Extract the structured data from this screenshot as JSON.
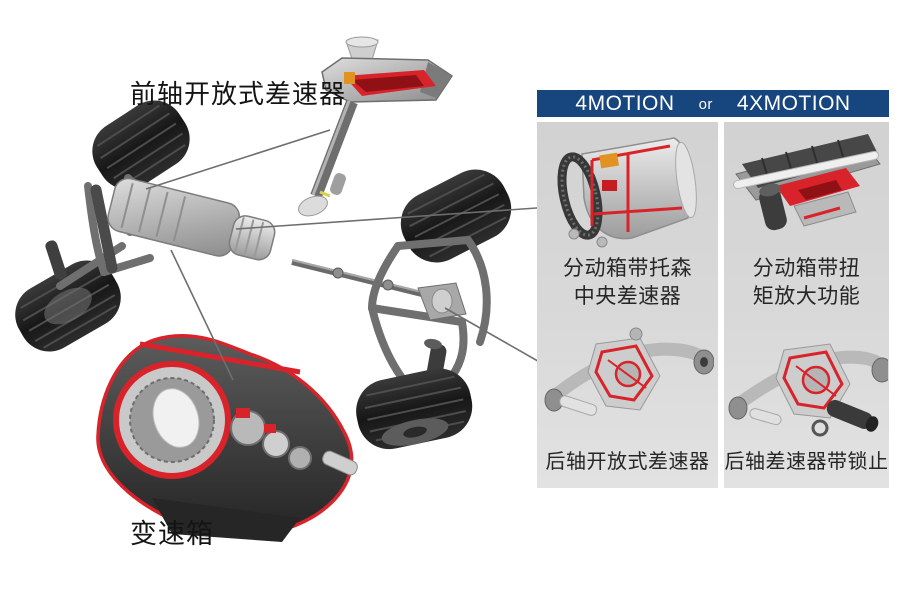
{
  "colors": {
    "header_bg": "#17457d",
    "header_text": "#ffffff",
    "panel_bg": "#d9d9d9",
    "label_text": "#1c1c1c",
    "highlight_red": "#d8232a",
    "accent_orange": "#e09323",
    "leader_line": "#6e6e6e"
  },
  "main_diagram": {
    "front_diff_label": "前轴开放式差速器",
    "gearbox_label": "变速箱"
  },
  "panel": {
    "header": {
      "left": "4MOTION",
      "middle": "or",
      "right": "4XMOTION"
    },
    "columns": [
      {
        "id": "4motion",
        "items": [
          {
            "image": "transfer-case-torsen",
            "label_lines": [
              "分动箱带托森",
              "中央差速器"
            ]
          },
          {
            "image": "rear-open-diff",
            "label_lines": [
              "后轴开放式差速器"
            ]
          }
        ]
      },
      {
        "id": "4xmotion",
        "items": [
          {
            "image": "transfer-case-torque-amplifier",
            "label_lines": [
              "分动箱带扭",
              "矩放大功能"
            ]
          },
          {
            "image": "rear-locking-diff",
            "label_lines": [
              "后轴差速器带锁止"
            ]
          }
        ]
      }
    ]
  }
}
